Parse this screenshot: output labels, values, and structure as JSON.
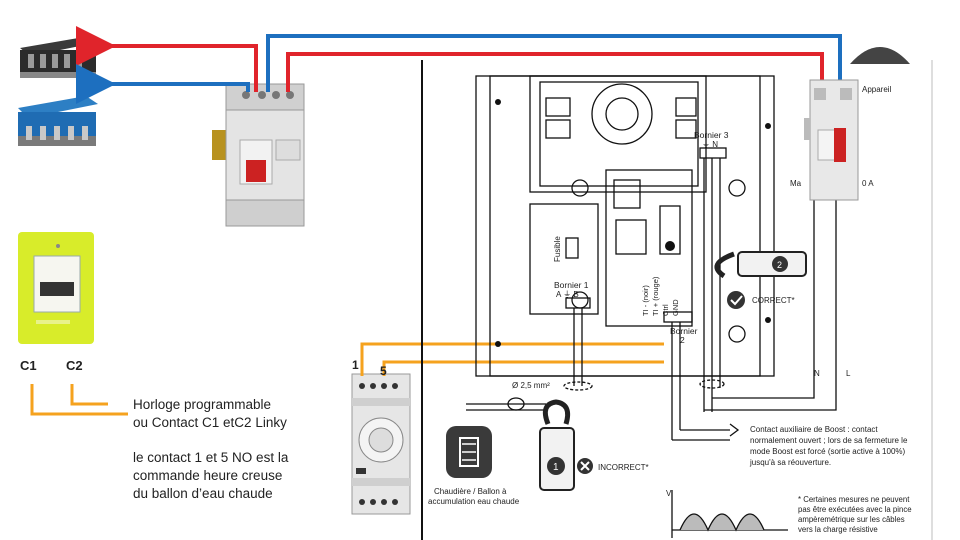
{
  "colors": {
    "phase_wire": "#e0242b",
    "neutral_wire": "#1d6fbf",
    "control_wire": "#f5a21e",
    "linky": "#d8ec2a",
    "schematic": "#111111"
  },
  "labels": {
    "c1": "C1",
    "c2": "C2",
    "clock_terminal_1": "1",
    "clock_terminal_5": "5"
  },
  "notes": {
    "clock_line1": "Horloge programmable",
    "clock_line2": "ou Contact C1 etC2 Linky",
    "contact_line1": "le contact 1 et 5 NO est la",
    "contact_line2": "commande heure creuse",
    "contact_line3": "du ballon d’eau chaude"
  },
  "schematic": {
    "appareil": "Appareil",
    "bornier3": "Bornier 3",
    "bornier3_terms": "⏚ N",
    "fusible": "Fusible",
    "bornier1": "Bornier 1",
    "bornier1_terms": "A ⏚ B",
    "bornier2": "Bornier",
    "bornier2_num": "2",
    "terminal_labels": [
      "TI - (noir)",
      "TI + (rouge)",
      "Ctrl",
      "GND"
    ],
    "clamp_2": "2",
    "clamp_1": "1",
    "correct": "CORRECT*",
    "incorrect": "INCORRECT*",
    "diameter": "Ø 2,5 mm²",
    "n_label": "N",
    "l_label": "L",
    "breaker_left_label": "Ma",
    "breaker_right_label": "0 A",
    "boiler_line1": "Chaudière / Ballon à",
    "boiler_line2": "accumulation eau chaude",
    "boost_line1": "Contact auxiliaire de Boost : contact",
    "boost_line2": "normalement ouvert ; lors de sa fermeture le",
    "boost_line3": "mode Boost est forcé (sortie active à 100%)",
    "boost_line4": "jusqu'à sa réouverture.",
    "v_axis": "V",
    "footnote_line1": "* Certaines mesures ne peuvent",
    "footnote_line2": "pas être exécutées avec la pince",
    "footnote_line3": "ampèremétrique sur les câbles",
    "footnote_line4": "vers la charge résistive"
  }
}
